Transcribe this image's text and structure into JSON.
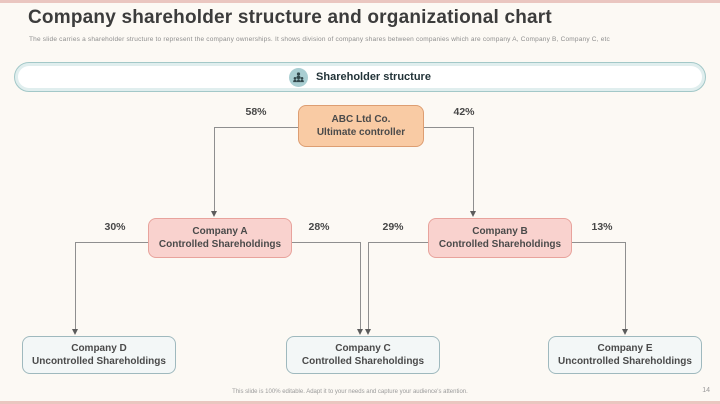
{
  "slide": {
    "title": "Company shareholder structure and organizational chart",
    "subtitle": "The slide carries a shareholder structure to represent the company ownerships. It shows division of company shares between companies which are company A, Company B, Company C, etc",
    "footer": "This slide is 100% editable. Adapt it to your needs and capture your audience's attention.",
    "page_number": "14"
  },
  "banner": {
    "label": "Shareholder structure",
    "icon": "group-people-icon"
  },
  "colors": {
    "background": "#fcf9f4",
    "edge_accent": "#eac6c0",
    "banner_fill": "#e0eeee",
    "banner_border": "#a3c8c8",
    "banner_icon_fill": "#a9ced2",
    "root_fill": "#f9cba4",
    "root_border": "#dd9e72",
    "controlled_fill": "#f9d2ce",
    "controlled_border": "#e8a39c",
    "uncontrolled_fill": "#f3f7f7",
    "uncontrolled_border": "#9fb9be",
    "connector_line": "#8f8f8f"
  },
  "org_chart": {
    "type": "org-tree",
    "nodes": [
      {
        "id": "root",
        "line1": "ABC Ltd Co.",
        "line2": "Ultimate controller",
        "style": "root"
      },
      {
        "id": "a",
        "line1": "Company A",
        "line2": "Controlled Shareholdings",
        "style": "controlled"
      },
      {
        "id": "b",
        "line1": "Company B",
        "line2": "Controlled Shareholdings",
        "style": "controlled"
      },
      {
        "id": "d",
        "line1": "Company D",
        "line2": "Uncontrolled Shareholdings",
        "style": "uncontrolled"
      },
      {
        "id": "c",
        "line1": "Company C",
        "line2": "Controlled Shareholdings",
        "style": "uncontrolled"
      },
      {
        "id": "e",
        "line1": "Company E",
        "line2": "Uncontrolled Shareholdings",
        "style": "uncontrolled"
      }
    ],
    "edges": [
      {
        "from": "root",
        "to": "a",
        "label": "58%"
      },
      {
        "from": "root",
        "to": "b",
        "label": "42%"
      },
      {
        "from": "a",
        "to": "d",
        "label": "30%"
      },
      {
        "from": "a",
        "to": "c",
        "label": "28%"
      },
      {
        "from": "b",
        "to": "c",
        "label": "29%"
      },
      {
        "from": "b",
        "to": "e",
        "label": "13%"
      }
    ]
  }
}
